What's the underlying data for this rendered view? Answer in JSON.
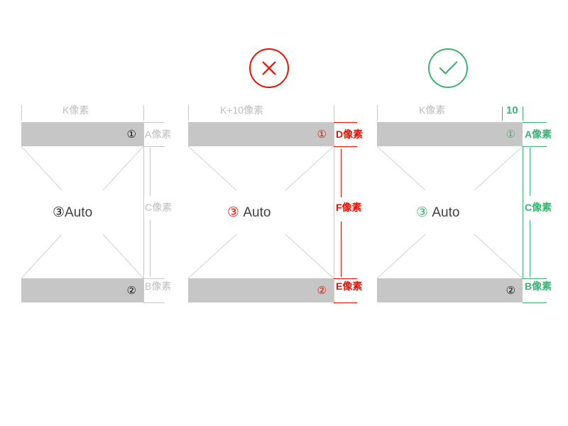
{
  "diagram": {
    "title": "nine-patch stretch comparison",
    "colors": {
      "bar_fill": "#c6c6c6",
      "gray_annotation": "#bdbdbd",
      "error_red": "#f01000",
      "ok_green": "#3ab573",
      "text_dark": "#3f3f3f"
    },
    "panels": [
      {
        "id": "panel-1",
        "status": "none",
        "status_icon": "",
        "width_label": "K像素",
        "top_marker": "①",
        "top_dim_label": "A像素",
        "middle_marker": "③",
        "middle_label": "Auto",
        "middle_dim_label": "C像素",
        "bottom_marker": "②",
        "bottom_dim_label": "B像素",
        "extra_label": ""
      },
      {
        "id": "panel-2",
        "status": "error",
        "status_icon": "cross-icon",
        "width_label": "K+10像素",
        "top_marker": "①",
        "top_dim_label": "D像素",
        "middle_marker": "③",
        "middle_label": "Auto",
        "middle_dim_label": "F像素",
        "bottom_marker": "②",
        "bottom_dim_label": "E像素",
        "extra_label": ""
      },
      {
        "id": "panel-3",
        "status": "ok",
        "status_icon": "check-icon",
        "width_label": "K像素",
        "top_marker": "①",
        "top_dim_label": "A像素",
        "middle_marker": "③",
        "middle_label": "Auto",
        "middle_dim_label": "C像素",
        "bottom_marker": "②",
        "bottom_dim_label": "B像素",
        "extra_label": "10"
      }
    ]
  }
}
